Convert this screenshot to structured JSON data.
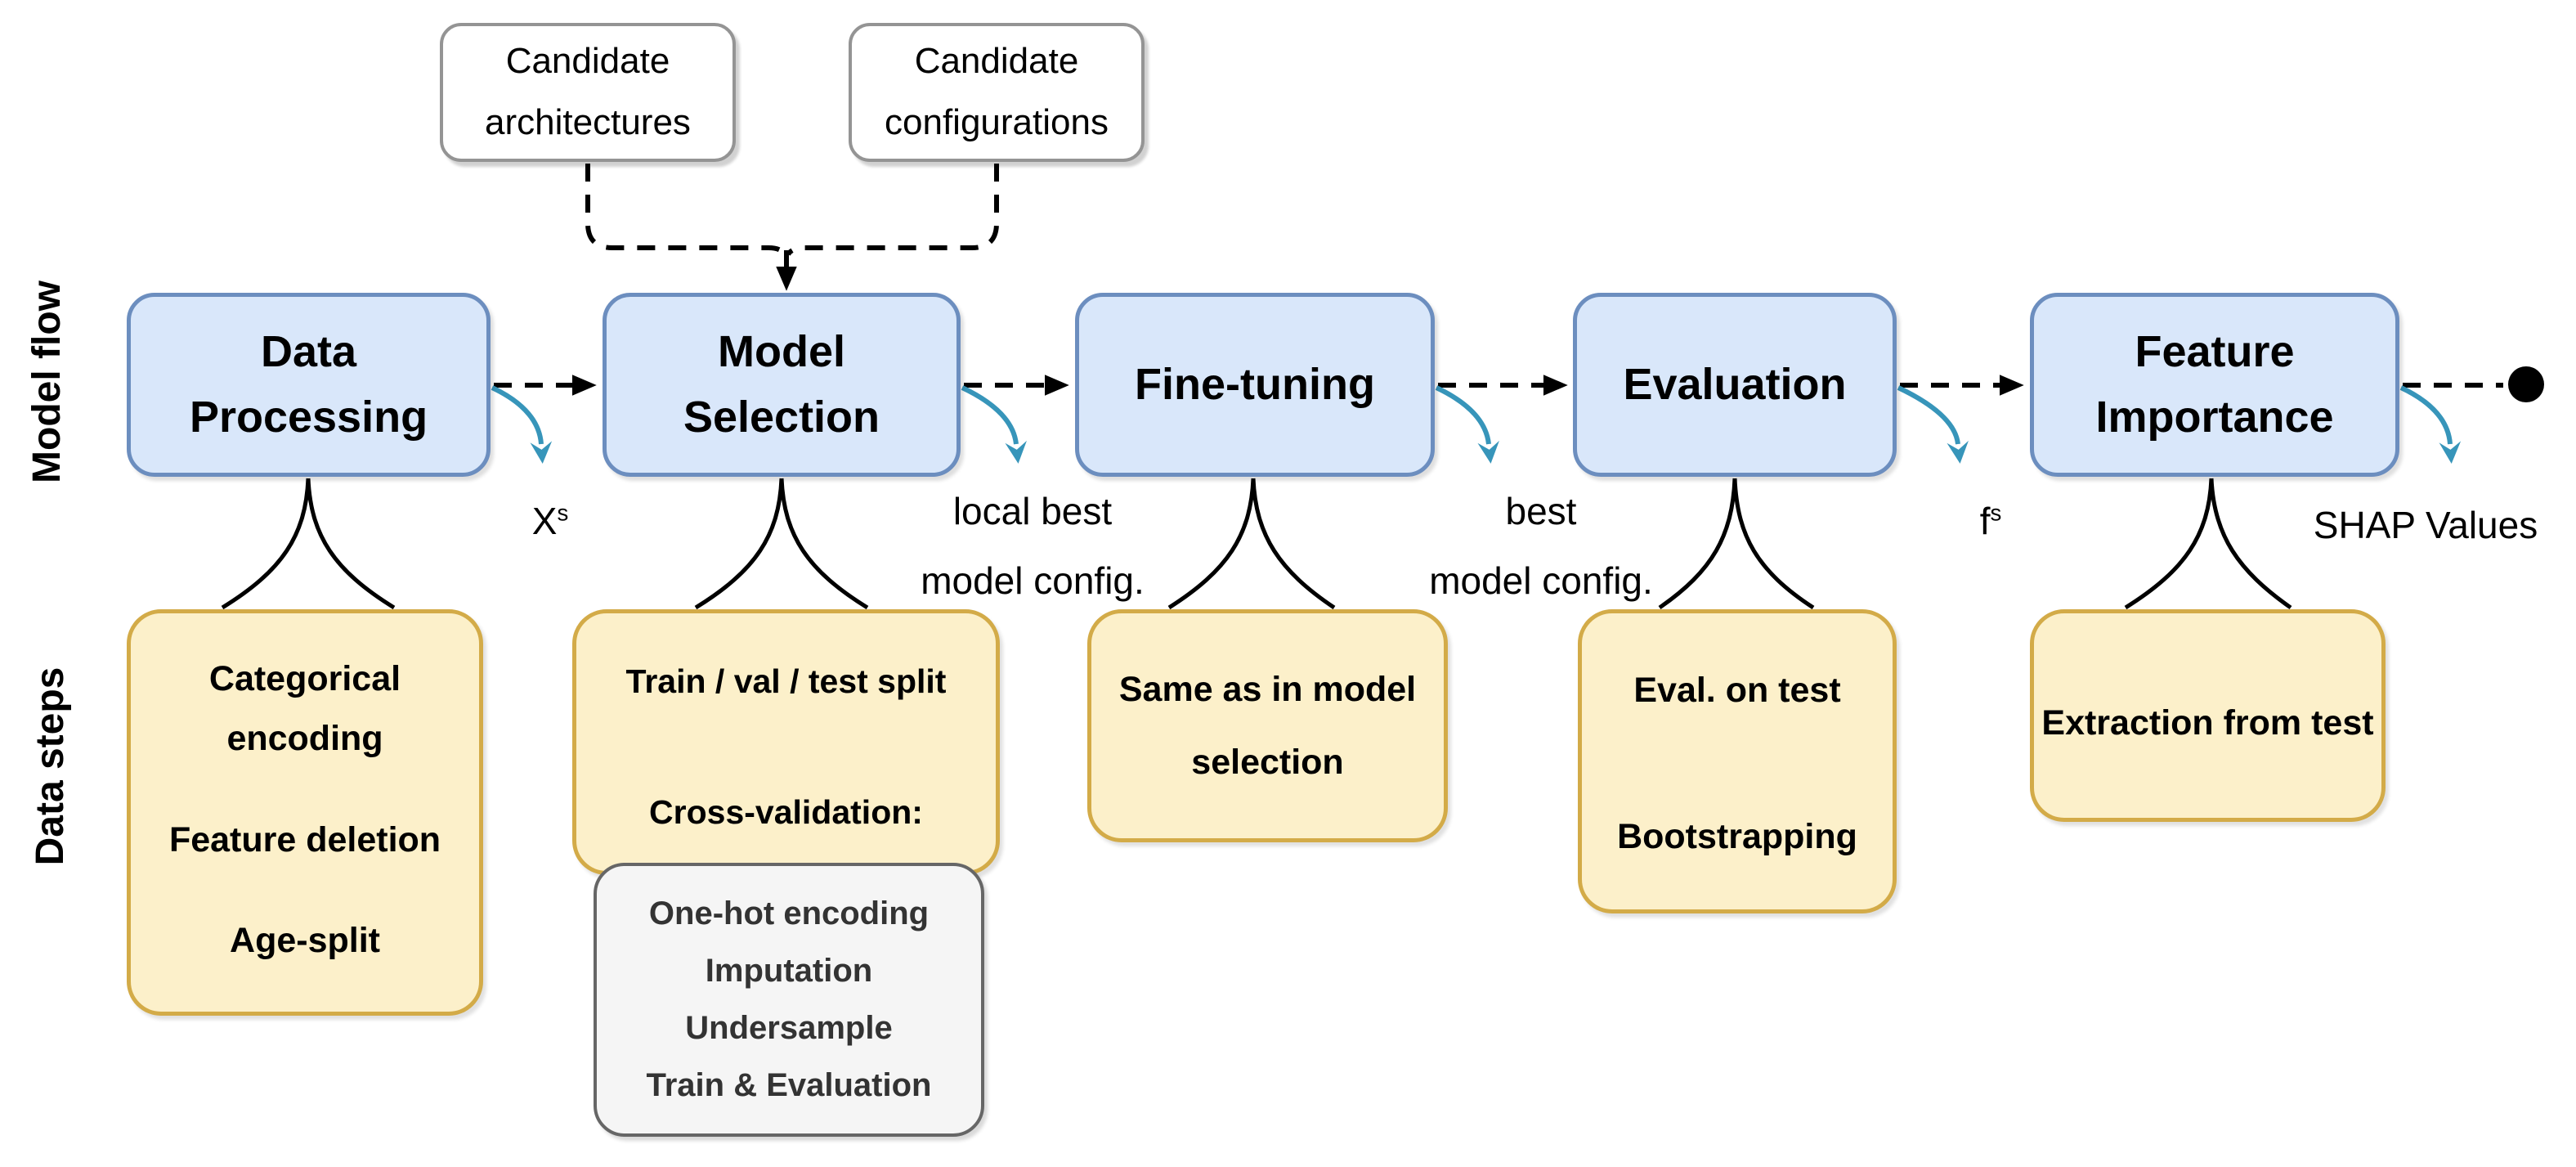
{
  "colors": {
    "stage_fill": "#d9e7fa",
    "stage_border": "#6c8ebf",
    "step_fill": "#fcf0ca",
    "step_border": "#d3ab48",
    "cv_fill": "#f5f5f5",
    "cv_border": "#666666",
    "cv_text": "#333333",
    "candidate_border": "#949494",
    "arrow_black": "#000000",
    "arrow_teal": "#3795ba"
  },
  "side_labels": {
    "model_flow": "Model flow",
    "data_steps": "Data steps"
  },
  "candidates": {
    "architectures": "Candidate architectures",
    "configurations": "Candidate configurations"
  },
  "stages": [
    {
      "title": "Data Processing"
    },
    {
      "title": "Model Selection"
    },
    {
      "title": "Fine-tuning"
    },
    {
      "title": "Evaluation"
    },
    {
      "title": "Feature Importance"
    }
  ],
  "flow_outputs": {
    "data_processing": {
      "base": "X",
      "sup": "s"
    },
    "model_selection": {
      "line1": "local best",
      "line2": "model config."
    },
    "fine_tuning": {
      "line1": "best",
      "line2": "model config."
    },
    "evaluation": {
      "base": "f",
      "sup": "s"
    },
    "feature_importance": "SHAP Values"
  },
  "data_steps": {
    "data_processing": [
      "Categorical encoding",
      "Feature deletion",
      "Age-split"
    ],
    "model_selection": [
      "Train / val / test split",
      "Cross-validation:"
    ],
    "cross_validation_substeps": [
      "One-hot encoding",
      "Imputation",
      "Undersample",
      "Train & Evaluation"
    ],
    "fine_tuning": "Same as in model selection",
    "evaluation": [
      "Eval. on test",
      "Bootstrapping"
    ],
    "feature_importance": "Extraction from test"
  }
}
